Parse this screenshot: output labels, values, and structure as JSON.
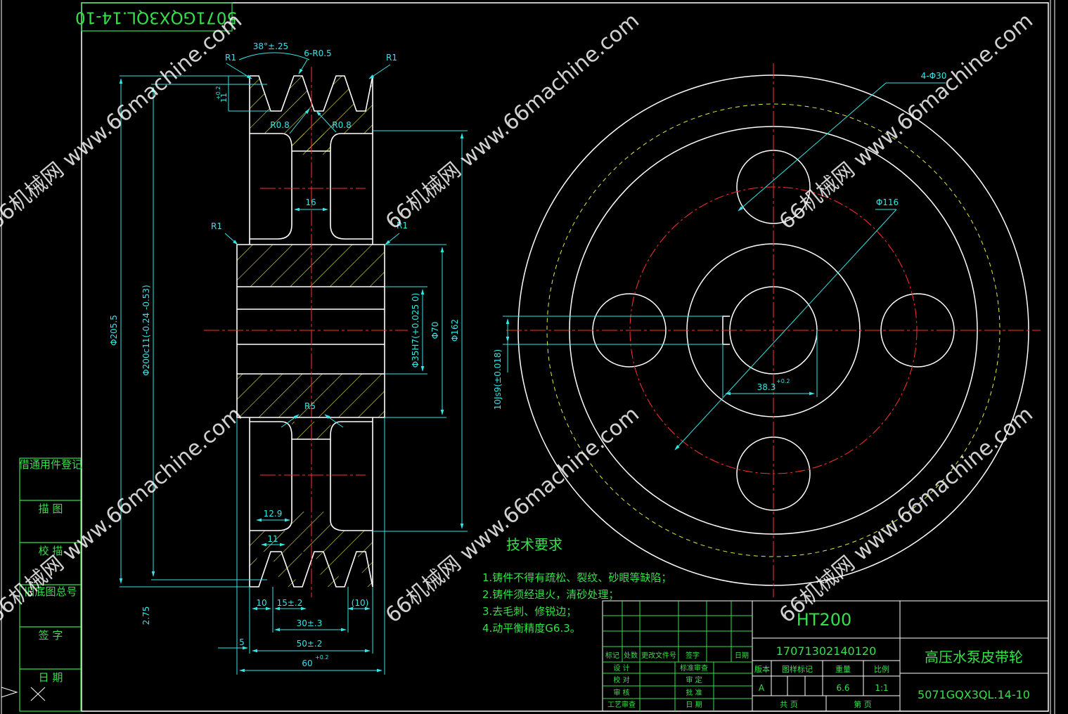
{
  "drawing_code_top": "5071GQX3QL.14-10",
  "section_dims": {
    "groove_angle": "38°±.25",
    "corner_radius": "6-R0.5",
    "r1_left": "R1",
    "r1_right": "R1",
    "r1_hub_left": "R1",
    "r1_hub_right": "R1",
    "groove_depth": "11",
    "groove_depth_tol": "+0.2",
    "r08_left": "R0.8",
    "r08_right": "R0.8",
    "web_thickness": "16",
    "web_radius": "R5",
    "dia_outer": "Φ205.5",
    "dia_pitch": "Φ200c11(-0.24 -0.53)",
    "dia_bore": "Φ35H7(+0.025 0)",
    "dia_hub": "Φ70",
    "dia_rim_inner": "Φ162",
    "dim_129": "12.9",
    "dim_11": "11",
    "dim_275": "2.75",
    "dim_10": "10",
    "dim_15": "15±.2",
    "dim_30": "30±.3",
    "dim_10b": "(10)",
    "dim_5": "5",
    "dim_50": "50±.2",
    "dim_60": "60",
    "dim_60_tol": "+0.2"
  },
  "front_dims": {
    "holes": "4-Φ30",
    "pcd": "Φ116",
    "keyway_depth": "38.3",
    "keyway_tol": "+0.2",
    "keyway_width": "10Js9(±0.018)"
  },
  "tech_req": {
    "title": "技术要求",
    "items": [
      "1.铸件不得有疏松、裂纹、砂眼等缺陷；",
      "2.铸件须经退火，清砂处理；",
      "3.去毛刺、修锐边；",
      "4.动平衡精度G6.3。"
    ]
  },
  "side_panel": [
    "借通用件登记",
    "描 图",
    "校 描",
    "旧底图总号",
    "签 字",
    "日 期"
  ],
  "title_block": {
    "material": "HT200",
    "number": "17071302140120",
    "part_name": "高压水泵皮带轮",
    "drawing_code": "5071GQX3QL.14-10",
    "rev_headers": [
      "标记",
      "处数",
      "更改文件号",
      "签字",
      "日期"
    ],
    "sign_rows": [
      [
        "设 计",
        "标准审查"
      ],
      [
        "校 对",
        "审 定"
      ],
      [
        "审 核",
        "批 准"
      ],
      [
        "工艺审查",
        "日 期"
      ]
    ],
    "col_headers": [
      "版本",
      "图样标记",
      "重量",
      "比例"
    ],
    "version": "A",
    "weight": "6.6",
    "scale": "1:1",
    "sheets_total": "共 页",
    "sheet_no": "第 页"
  },
  "watermark": "66机械网 www.66machine.com",
  "colors": {
    "geometry": "#ffffff",
    "dimension": "#33e6e6",
    "text": "#35e04a",
    "centerline": "#ff3030",
    "pitch_circle": "#e8e84a"
  }
}
